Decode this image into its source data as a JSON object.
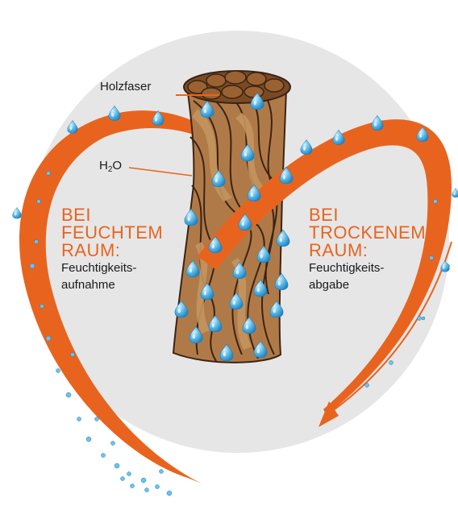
{
  "labels": {
    "fiber": "Holzfaser",
    "water_main": "H",
    "water_sub": "2",
    "water_tail": "O"
  },
  "left_block": {
    "line1": "BEI",
    "line2": "FEUCHTEM",
    "line3": "RAUM:",
    "desc1": "Feuchtigkeits-",
    "desc2": "aufnahme"
  },
  "right_block": {
    "line1": "BEI",
    "line2": "TROCKENEM",
    "line3": "RAUM:",
    "desc1": "Feuchtigkeits-",
    "desc2": "abgabe"
  },
  "colors": {
    "background_circle": "#e6e6e6",
    "arrow": "#e8641e",
    "heading": "#e8641e",
    "wood_light": "#c4955f",
    "wood_dark": "#7a4a24",
    "wood_outline": "#3b2414",
    "droplet": "#5bb8e6"
  },
  "icons": [
    "wood-fiber-bundle-icon",
    "water-droplet-icon",
    "curved-arrow-icon"
  ]
}
